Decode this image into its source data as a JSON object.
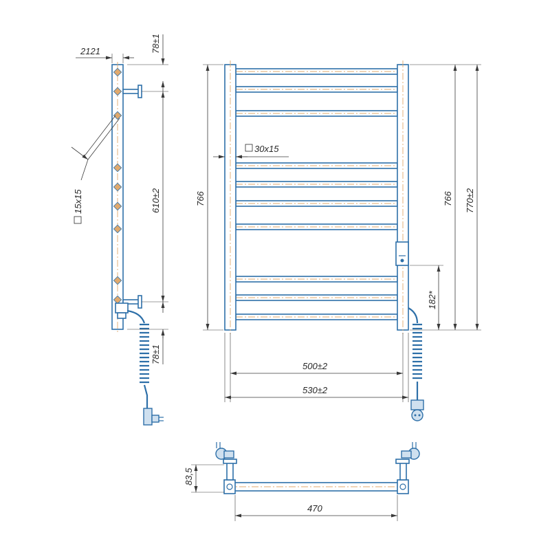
{
  "dimensions": {
    "side_tube_section": "2121",
    "top_offset": "78±1",
    "pitch": "610±2",
    "bottom_offset": "78±1",
    "diagonal_section": "15x15",
    "front_tube_section": "30x15",
    "front_height_left": "766",
    "front_height_right": "766",
    "overall_height": "770±2",
    "inner_width": "500±2",
    "outer_width": "530±2",
    "heater_height": "182*",
    "depth": "83,5",
    "top_width": "470"
  },
  "colors": {
    "steel": "#2d6fa8",
    "centerline": "#e0a96d",
    "dimension": "#3a3a3a"
  }
}
